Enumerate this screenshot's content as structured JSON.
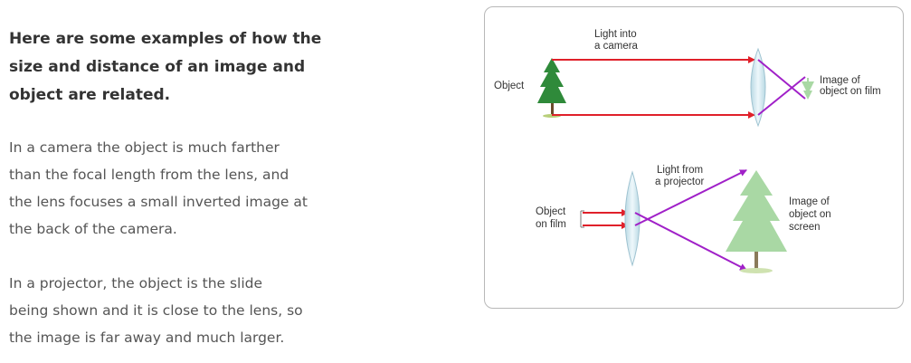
{
  "heading": {
    "lines": [
      "Here are some examples of how the",
      "size and distance of an image and",
      "object are related."
    ]
  },
  "paragraph1": {
    "lines": [
      "In a camera the object is much farther",
      "than the focal length from the lens, and",
      "the lens focuses a small inverted image at",
      "the back of the camera."
    ]
  },
  "paragraph2": {
    "lines": [
      "In a projector, the object is the slide",
      "being shown and it is close to the lens, so",
      "the image is far away and much larger."
    ]
  },
  "figure": {
    "camera": {
      "title_lines": [
        "Light into",
        "a camera"
      ],
      "object_label": "Object",
      "image_label_lines": [
        "Image of",
        "object on film"
      ]
    },
    "projector": {
      "title_lines": [
        "Light from",
        "a projector"
      ],
      "object_label_lines": [
        "Object",
        "on film"
      ],
      "image_label_lines": [
        "Image of",
        "object on",
        "screen"
      ]
    },
    "colors": {
      "incoming_ray": "#e0202a",
      "outgoing_ray": "#a020c8",
      "lens": "#cfe6ee",
      "tree": "#2f8a3a",
      "tree_light": "#a9d8a4"
    }
  }
}
